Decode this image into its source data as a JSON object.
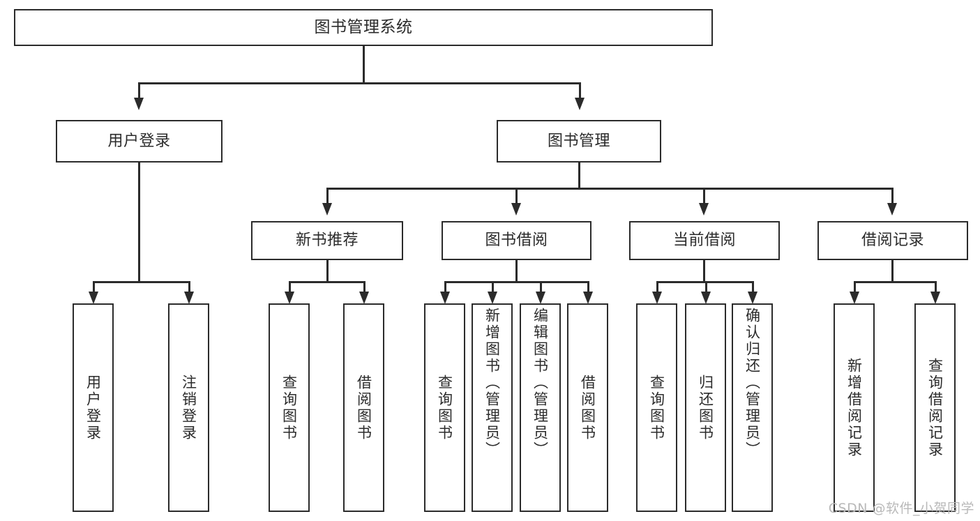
{
  "diagram": {
    "type": "tree",
    "title": "图书管理系统",
    "watermark": "CSDN @软件_小贺同学",
    "root": {
      "label": "图书管理系统"
    },
    "level2": [
      {
        "label": "用户登录"
      },
      {
        "label": "图书管理"
      }
    ],
    "level3": [
      {
        "label": "新书推荐"
      },
      {
        "label": "图书借阅"
      },
      {
        "label": "当前借阅"
      },
      {
        "label": "借阅记录"
      }
    ],
    "leaves": {
      "user_login": [
        {
          "label": "用户登录"
        },
        {
          "label": "注销登录"
        }
      ],
      "new_book": [
        {
          "label": "查询图书"
        },
        {
          "label": "借阅图书"
        }
      ],
      "borrow": [
        {
          "label": "查询图书"
        },
        {
          "label": "新增图书（管理员）"
        },
        {
          "label": "编辑图书（管理员）"
        },
        {
          "label": "借阅图书"
        }
      ],
      "current": [
        {
          "label": "查询图书"
        },
        {
          "label": "归还图书"
        },
        {
          "label": "确认归还（管理员）"
        }
      ],
      "records": [
        {
          "label": "新增借阅记录"
        },
        {
          "label": "查询借阅记录"
        }
      ]
    },
    "colors": {
      "stroke": "#2b2b2b",
      "fill": "#ffffff",
      "watermark": "#b9b9b9"
    }
  }
}
